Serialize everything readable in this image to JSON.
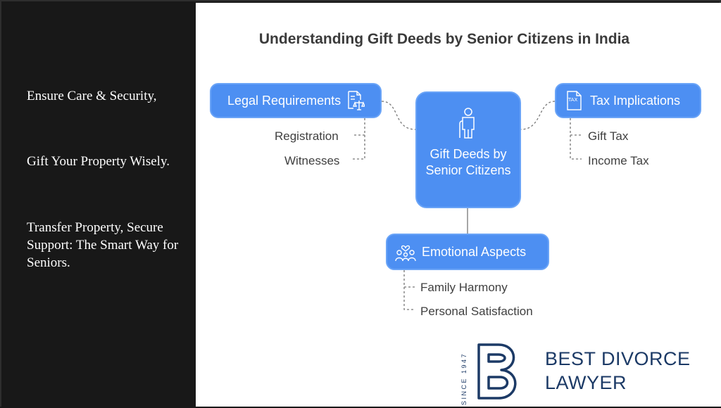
{
  "sidebar": {
    "line1": "Ensure Care & Security,",
    "line2": "Gift Your Property Wisely.",
    "line3": "Transfer Property, Secure Support: The Smart Way for Seniors."
  },
  "diagram": {
    "title": "Understanding Gift Deeds by Senior Citizens in India",
    "center": {
      "label": "Gift Deeds by Senior Citizens",
      "icon": "person-icon"
    },
    "branches": [
      {
        "label": "Legal Requirements",
        "icon": "document-scale-icon",
        "items": [
          "Registration",
          "Witnesses"
        ]
      },
      {
        "label": "Tax Implications",
        "icon": "tax-document-icon",
        "icon_text": "TAX",
        "items": [
          "Gift Tax",
          "Income Tax"
        ]
      },
      {
        "label": "Emotional Aspects",
        "icon": "family-heart-icon",
        "items": [
          "Family Harmony",
          "Personal Satisfaction"
        ]
      }
    ],
    "colors": {
      "box": "#4d8ff2",
      "text": "#404040",
      "title": "#3b3b3b"
    }
  },
  "logo": {
    "line1": "BEST DIVORCE",
    "line2": "LAWYER",
    "since": "SINCE 1947",
    "color": "#1c3a66"
  }
}
